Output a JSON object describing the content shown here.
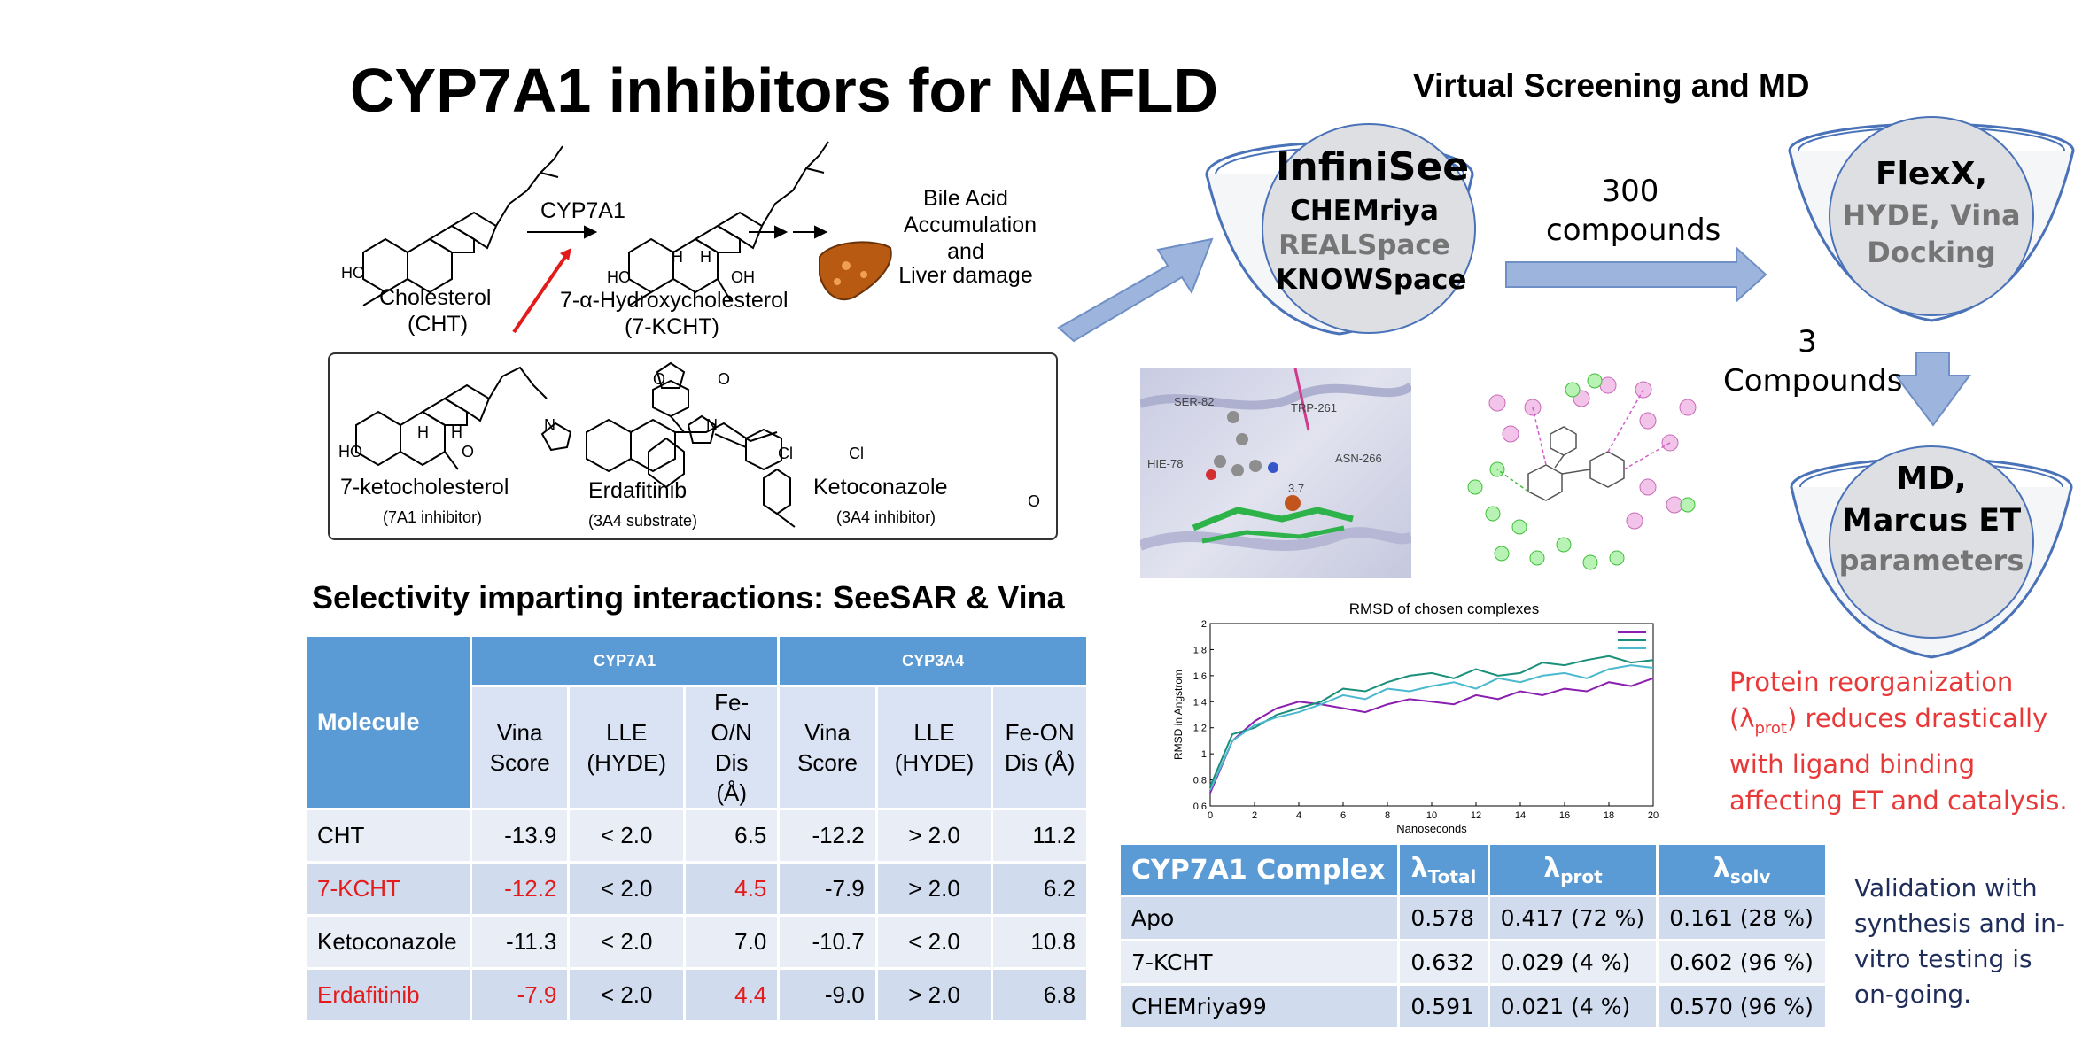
{
  "title": "CYP7A1 inhibitors for NAFLD",
  "vs_title": "Virtual Screening and MD",
  "scheme": {
    "cholesterol": "Cholesterol",
    "cht": "(CHT)",
    "enzyme": "CYP7A1",
    "hydroxy": "7-α-Hydroxycholesterol",
    "hydroxy_abbr": "(7-KCHT)",
    "outcome": [
      "Bile Acid",
      "Accumulation",
      "and",
      "Liver damage"
    ],
    "inhibitors": [
      {
        "name": "7-ketocholesterol",
        "note": "(7A1 inhibitor)"
      },
      {
        "name": "Erdafitinib",
        "note": "(3A4 substrate)"
      },
      {
        "name": "Ketoconazole",
        "note": "(3A4 inhibitor)"
      }
    ],
    "atom_labels": {
      "ho": "HO",
      "oh": "OH",
      "h": "H",
      "o": "O",
      "n": "N",
      "cl": "Cl"
    }
  },
  "selectivity": {
    "title": "Selectivity imparting interactions: SeeSAR & Vina",
    "header": {
      "molecule": "Molecule",
      "g1": "CYP7A1",
      "g2": "CYP3A4",
      "cols": [
        "Vina Score",
        "LLE (HYDE)",
        "Fe-O/N Dis (Å)",
        "Vina Score",
        "LLE (HYDE)",
        "Fe-ON Dis (Å)"
      ]
    },
    "rows": [
      {
        "name": "CHT",
        "vals": [
          "-13.9",
          "< 2.0",
          "6.5",
          "-12.2",
          "> 2.0",
          "11.2"
        ]
      },
      {
        "name": "7-KCHT",
        "vals": [
          "-12.2",
          "< 2.0",
          "4.5",
          "-7.9",
          "> 2.0",
          "6.2"
        ]
      },
      {
        "name": "Ketoconazole",
        "vals": [
          "-11.3",
          "< 2.0",
          "7.0",
          "-10.7",
          "< 2.0",
          "10.8"
        ]
      },
      {
        "name": "Erdafitinib",
        "vals": [
          "-7.9",
          "< 2.0",
          "4.4",
          "-9.0",
          "> 2.0",
          "6.8"
        ]
      }
    ]
  },
  "funnels": {
    "f1": {
      "l1": "InfiniSee",
      "l2": "CHEMriya",
      "l3": "REALSpace",
      "l4": "KNOWSpace"
    },
    "f2": {
      "l1": "FlexX,",
      "l2": "HYDE, Vina",
      "l3": "Docking"
    },
    "f3": {
      "l1": "MD,",
      "l2": "Marcus ET",
      "l3": "parameters"
    }
  },
  "arrows": {
    "a1_num": "300",
    "a1_txt": "compounds",
    "a2_num": "3",
    "a2_txt": "Compounds"
  },
  "docking": {
    "residues": [
      "SER-82",
      "TRP-261",
      "HIE-78",
      "ASN-266"
    ],
    "distance": "3.7"
  },
  "chart_data": {
    "type": "line",
    "title": "RMSD of chosen complexes",
    "xlabel": "Nanoseconds",
    "ylabel": "RMSD in Angstrom",
    "xlim": [
      0,
      20
    ],
    "ylim": [
      0.6,
      2.0
    ],
    "xticks": [
      0,
      2,
      4,
      6,
      8,
      10,
      12,
      14,
      16,
      18,
      20
    ],
    "yticks": [
      0.6,
      0.8,
      1.0,
      1.2,
      1.4,
      1.6,
      1.8,
      2.0
    ],
    "legend_position": "top-right",
    "x": [
      0,
      1,
      2,
      3,
      4,
      5,
      6,
      7,
      8,
      9,
      10,
      11,
      12,
      13,
      14,
      15,
      16,
      17,
      18,
      19,
      20
    ],
    "series": [
      {
        "color": "#8b1fb0",
        "values": [
          0.7,
          1.1,
          1.25,
          1.35,
          1.4,
          1.38,
          1.35,
          1.32,
          1.38,
          1.42,
          1.4,
          1.38,
          1.45,
          1.42,
          1.48,
          1.45,
          1.5,
          1.48,
          1.55,
          1.52,
          1.58
        ]
      },
      {
        "color": "#1a8f7a",
        "values": [
          0.75,
          1.15,
          1.2,
          1.3,
          1.35,
          1.4,
          1.5,
          1.48,
          1.55,
          1.6,
          1.62,
          1.58,
          1.65,
          1.6,
          1.62,
          1.7,
          1.68,
          1.72,
          1.75,
          1.7,
          1.72
        ]
      },
      {
        "color": "#4ab9cf",
        "values": [
          0.72,
          1.1,
          1.22,
          1.28,
          1.32,
          1.38,
          1.45,
          1.42,
          1.5,
          1.48,
          1.52,
          1.55,
          1.5,
          1.58,
          1.55,
          1.6,
          1.62,
          1.58,
          1.65,
          1.68,
          1.66
        ]
      }
    ]
  },
  "lambda_table": {
    "headers": [
      "CYP7A1 Complex",
      "λ",
      "λ",
      "λ"
    ],
    "subs": [
      "Total",
      "prot",
      "solv"
    ],
    "rows": [
      [
        "Apo",
        "0.578",
        "0.417 (72 %)",
        "0.161 (28 %)"
      ],
      [
        "7-KCHT",
        "0.632",
        "0.029 (4 %)",
        "0.602 (96 %)"
      ],
      [
        "CHEMriya99",
        "0.591",
        "0.021 (4 %)",
        "0.570 (96 %)"
      ]
    ]
  },
  "reorg": {
    "pre": "Protein reorganization (λ",
    "sub": "prot",
    "post": ") reduces drastically with ligand binding affecting ET and catalysis."
  },
  "validation": "Validation with synthesis and in-vitro testing is on-going.",
  "colors": {
    "accent": "#5b9bd5",
    "arrow": "#9db5dc",
    "red": "#e41b1b",
    "funnel": "#4a72b8"
  }
}
